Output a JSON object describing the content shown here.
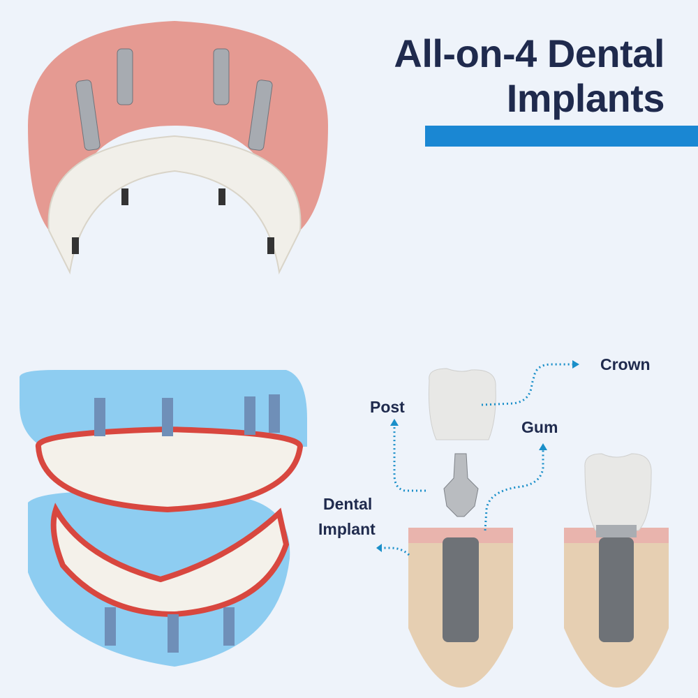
{
  "title": {
    "line1": "All-on-4 Dental",
    "line2": "Implants"
  },
  "labels": {
    "crown": "Crown",
    "post": "Post",
    "gum": "Gum",
    "dental_implant_line1": "Dental",
    "dental_implant_line2": "Implant"
  },
  "colors": {
    "background": "#eef3fa",
    "title_text": "#1f2a4d",
    "accent_bar": "#1a87d3",
    "arrow": "#1a8fc9",
    "gum": "#e59a92",
    "tooth": "#f1efe9",
    "jaw_model": "#7cc6ef",
    "bone": "#e6cfb2",
    "metal": "#8d9197"
  }
}
